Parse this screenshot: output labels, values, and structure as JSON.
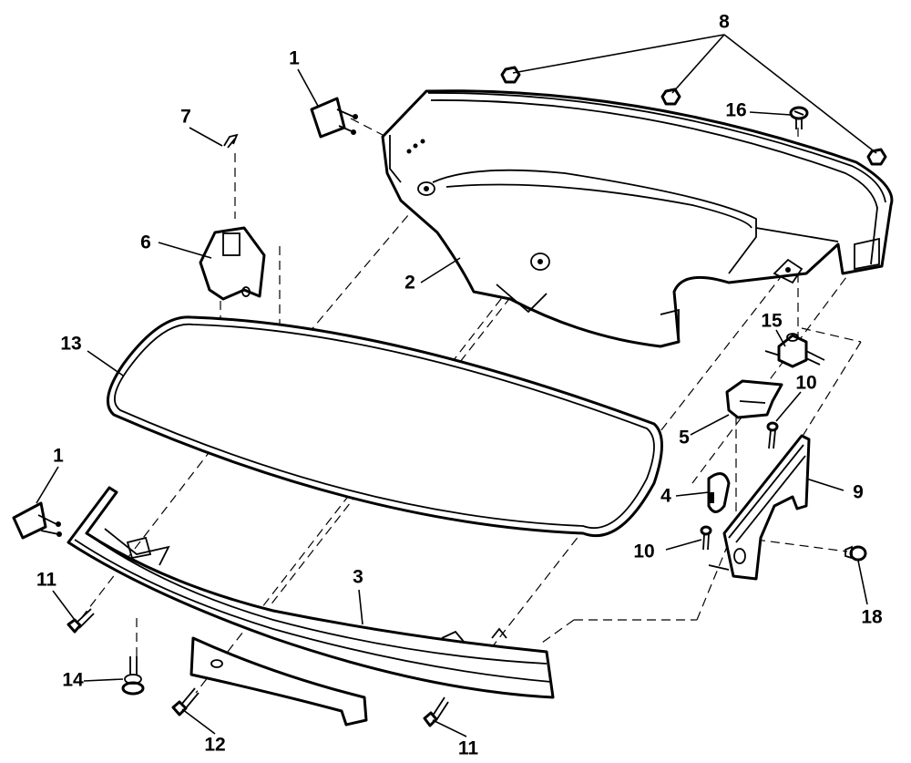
{
  "labels": {
    "p1a": "1",
    "p1b": "1",
    "p2": "2",
    "p3": "3",
    "p4": "4",
    "p5": "5",
    "p6": "6",
    "p7": "7",
    "p8": "8",
    "p9": "9",
    "p10a": "10",
    "p10b": "10",
    "p11a": "11",
    "p11b": "11",
    "p12": "12",
    "p13": "13",
    "p14": "14",
    "p15": "15",
    "p16": "16",
    "p18": "18"
  }
}
